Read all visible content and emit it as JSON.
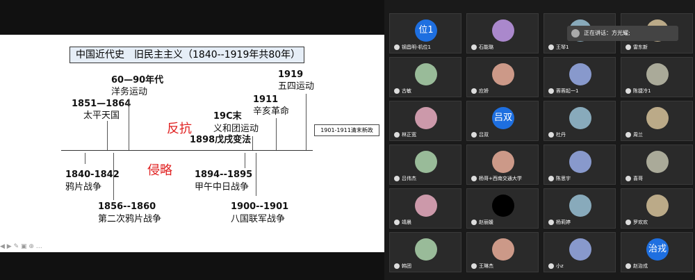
{
  "slide": {
    "title_left": "中国近代史",
    "title_right": "旧民主主义（1840--1919年共80年）",
    "labels": {
      "e1": "60—90年代",
      "e1b": "洋务运动",
      "e2": "1851—1864",
      "e2b": "太平天国",
      "e3": "1919",
      "e3b": "五四运动",
      "e4": "1911",
      "e4b": "辛亥革命",
      "e5": "19C末",
      "e5b": "义和团运动",
      "e6": "1898戊戌变法",
      "e7": "1840-1842",
      "e7b": "鸦片战争",
      "e8": "1856--1860",
      "e8b": "第二次鸦片战争",
      "e9": "1894--1895",
      "e9b": "甲午中日战争",
      "e10": "1900--1901",
      "e10b": "八国联军战争",
      "fankang": "反抗",
      "qinlue": "侵略"
    },
    "note": "1901-1911清末新政"
  },
  "speaking": "正在讲话：方光耀;",
  "gallery": [
    {
      "name": "钢昌明-机位1",
      "avatar_text": "位1",
      "style": "blue"
    },
    {
      "name": "石能璐",
      "avatar_text": "",
      "style": "img"
    },
    {
      "name": "王琴1",
      "avatar_text": "",
      "style": "img"
    },
    {
      "name": "雷东新",
      "avatar_text": "",
      "style": "img"
    },
    {
      "name": "古敏",
      "avatar_text": "",
      "style": "img"
    },
    {
      "name": "应娇",
      "avatar_text": "",
      "style": "img"
    },
    {
      "name": "蓉蓉起一1",
      "avatar_text": "",
      "style": "img"
    },
    {
      "name": "陈捷冷1",
      "avatar_text": "",
      "style": "img"
    },
    {
      "name": "林正宽",
      "avatar_text": "",
      "style": "img"
    },
    {
      "name": "吕双",
      "avatar_text": "吕双",
      "style": "blue"
    },
    {
      "name": "杜丹",
      "avatar_text": "",
      "style": "img"
    },
    {
      "name": "周兰",
      "avatar_text": "",
      "style": "img"
    },
    {
      "name": "吕伟杰",
      "avatar_text": "",
      "style": "img"
    },
    {
      "name": "杨哥+西南交通大学",
      "avatar_text": "",
      "style": "img"
    },
    {
      "name": "陈思宇",
      "avatar_text": "",
      "style": "img"
    },
    {
      "name": "喜哥",
      "avatar_text": "",
      "style": "img"
    },
    {
      "name": "靖晨",
      "avatar_text": "",
      "style": "img"
    },
    {
      "name": "赵丽媛",
      "avatar_text": "",
      "style": "black"
    },
    {
      "name": "杨莉婷",
      "avatar_text": "",
      "style": "img"
    },
    {
      "name": "罗欢欢",
      "avatar_text": "",
      "style": "img"
    },
    {
      "name": "韩团",
      "avatar_text": "",
      "style": "img"
    },
    {
      "name": "王琳杰",
      "avatar_text": "",
      "style": "img"
    },
    {
      "name": "小z",
      "avatar_text": "",
      "style": "img"
    },
    {
      "name": "赵治戎",
      "avatar_text": "治戎",
      "style": "blue"
    }
  ]
}
